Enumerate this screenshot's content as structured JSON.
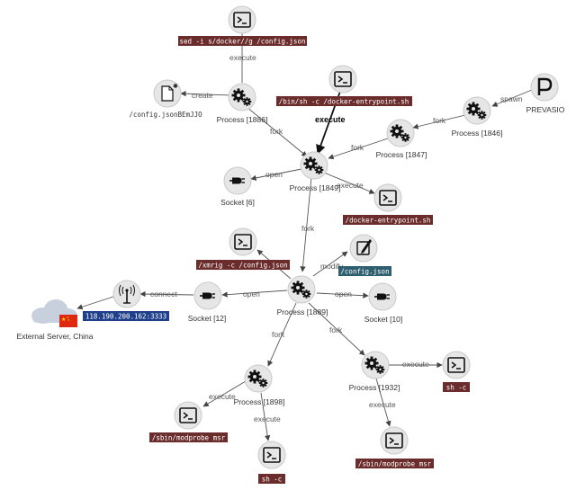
{
  "nodes": {
    "p1846": {
      "label": "Process [1846]"
    },
    "p1847": {
      "label": "Process [1847]"
    },
    "p1849": {
      "label": "Process [1849]"
    },
    "p1886": {
      "label": "Process [1886]"
    },
    "p1889": {
      "label": "Process [1889]"
    },
    "p1898": {
      "label": "Process [1898]"
    },
    "p1932": {
      "label": "Process [1932]"
    },
    "prevasio": {
      "label": "PREVASIO"
    },
    "socket6": {
      "label": "Socket [6]"
    },
    "socket12": {
      "label": "Socket [12]"
    },
    "socket10": {
      "label": "Socket [10]"
    },
    "external": {
      "label": "External Server, China",
      "ip": "118.190.200.162:3333"
    },
    "newfile": {
      "label": "/config.jsonBEmJJO"
    }
  },
  "commands": {
    "sed": "sed -i s/docker//g /config.json",
    "binsh": "/bin/sh -c /docker-entrypoint.sh",
    "entry": "/docker-entrypoint.sh",
    "xmrig": "/xmrig -c /config.json",
    "config": "/config.json",
    "modprobe1": "/sbin/modprobe msr",
    "shc1": "sh -c",
    "modprobe2": "/sbin/modprobe msr",
    "shc2": "sh -c"
  },
  "edges": {
    "spawn": "spawn",
    "fork1": "fork",
    "fork2": "fork",
    "fork3": "fork",
    "fork4": "fork",
    "fork5": "fork",
    "fork6": "fork",
    "execute_sed": "execute",
    "execute_binsh": "execute",
    "execute_entry": "execute",
    "create": "create",
    "open1": "open",
    "open2": "open",
    "open3": "open",
    "modify": "modify",
    "connect": "connect",
    "execute_mod1": "execute",
    "execute_sh1": "execute",
    "execute_sh2": "execute",
    "execute_mod2": "execute"
  },
  "colors": {
    "command_bg": "#6b2c2c",
    "file_bg": "#2e5f70",
    "ip_bg": "#1f3f8a"
  },
  "icons": {
    "process": "gears-icon",
    "terminal": "terminal-icon",
    "socket": "plug-icon",
    "file": "file-icon",
    "edit": "edit-icon",
    "antenna": "antenna-icon",
    "cloud": "cloud-icon",
    "flag": "china-flag-icon",
    "logo": "prevasio-logo"
  }
}
